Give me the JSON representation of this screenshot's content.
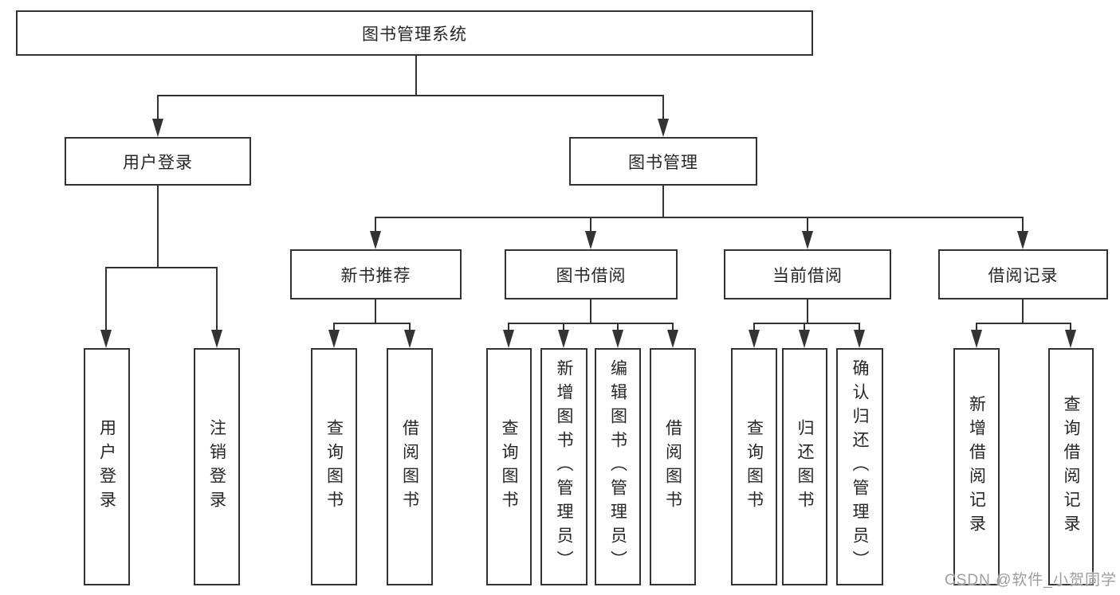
{
  "tree": {
    "root": {
      "label": "图书管理系统",
      "children": [
        {
          "label": "用户登录",
          "children": [
            {
              "label": "用户登录"
            },
            {
              "label": "注销登录"
            }
          ]
        },
        {
          "label": "图书管理",
          "children": [
            {
              "label": "新书推荐",
              "children": [
                {
                  "label": "查询图书"
                },
                {
                  "label": "借阅图书"
                }
              ]
            },
            {
              "label": "图书借阅",
              "children": [
                {
                  "label": "查询图书"
                },
                {
                  "label": "新增图书（管理员）"
                },
                {
                  "label": "编辑图书（管理员）"
                },
                {
                  "label": "借阅图书"
                }
              ]
            },
            {
              "label": "当前借阅",
              "children": [
                {
                  "label": "查询图书"
                },
                {
                  "label": "归还图书"
                },
                {
                  "label": "确认归还（管理员）"
                }
              ]
            },
            {
              "label": "借阅记录",
              "children": [
                {
                  "label": "新增借阅记录"
                },
                {
                  "label": "查询借阅记录"
                }
              ]
            }
          ]
        }
      ]
    }
  },
  "watermark": {
    "text": "CSDN @软件_小贺同学"
  },
  "colors": {
    "line": "#333333",
    "text": "#262626",
    "watermark": "#9e9e9e",
    "background": "#ffffff"
  }
}
